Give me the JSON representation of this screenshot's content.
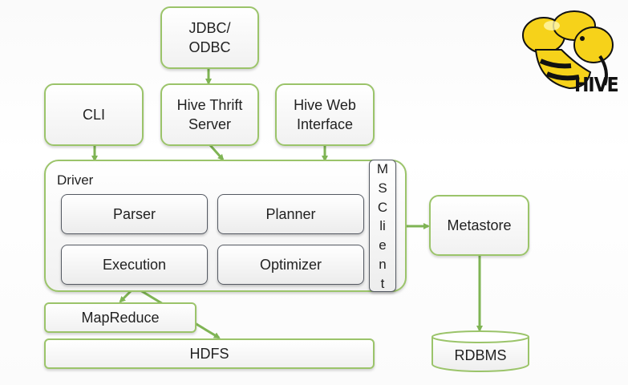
{
  "diagram": {
    "jdbc_odbc": "JDBC/\nODBC",
    "cli": "CLI",
    "hive_thrift_server": "Hive Thrift\nServer",
    "hive_web_interface": "Hive Web\nInterface",
    "driver": "Driver",
    "parser": "Parser",
    "planner": "Planner",
    "execution": "Execution",
    "optimizer": "Optimizer",
    "msclient_letters": [
      "M",
      "S",
      "C",
      "li",
      "e",
      "n",
      "t"
    ],
    "metastore": "Metastore",
    "mapreduce": "MapReduce",
    "hdfs": "HDFS",
    "rdbms": "RDBMS"
  },
  "logo": {
    "text": "HIVE"
  },
  "colors": {
    "accent_green": "#9bc46a",
    "arrow_green": "#7fb454",
    "inner_border": "#555a63",
    "logo_yellow": "#f6d21a"
  }
}
